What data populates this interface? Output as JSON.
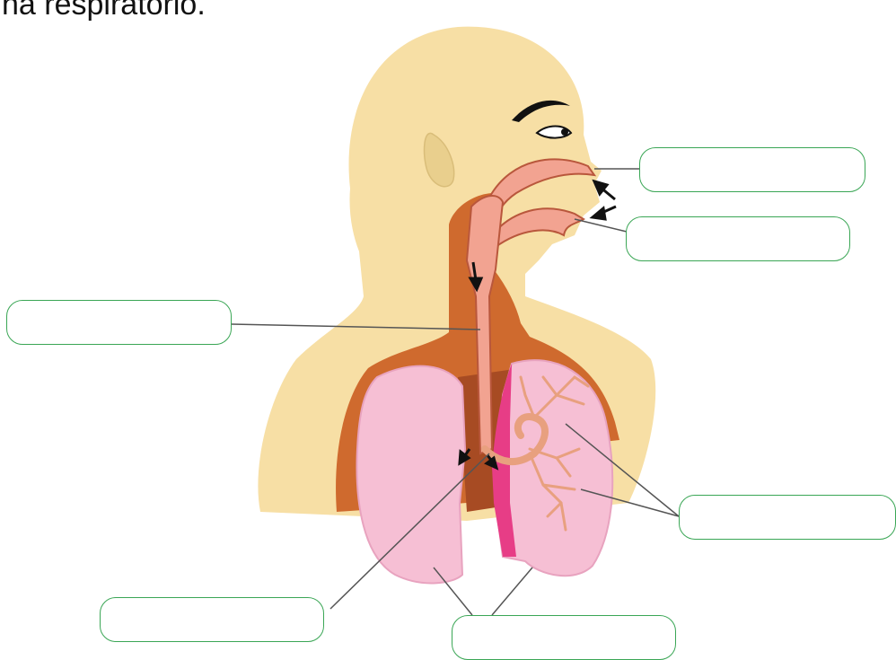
{
  "title": "na respiratorio.",
  "colors": {
    "skin": "#f7dfa5",
    "skin_shadow": "#e9cf8d",
    "tract": "#f2a391",
    "tract_edge": "#b9573c",
    "cavity": "#cf6a2e",
    "cavity_dark": "#a74b23",
    "lung": "#f6bfd4",
    "lung_dark": "#e8a3bf",
    "lung_cut": "#e73d86",
    "bronchi": "#e8a07f",
    "box_border": "#3aa655",
    "leader_line": "#555555",
    "arrow": "#111111"
  },
  "labels": [
    {
      "id": "label-nose",
      "text": ""
    },
    {
      "id": "label-mouth",
      "text": ""
    },
    {
      "id": "label-trachea",
      "text": ""
    },
    {
      "id": "label-bronchioles",
      "text": ""
    },
    {
      "id": "label-bronchi",
      "text": ""
    },
    {
      "id": "label-lungs",
      "text": ""
    }
  ],
  "icons": [
    "airflow-arrow-icon",
    "ear-icon",
    "eye-icon",
    "eyebrow-icon"
  ]
}
